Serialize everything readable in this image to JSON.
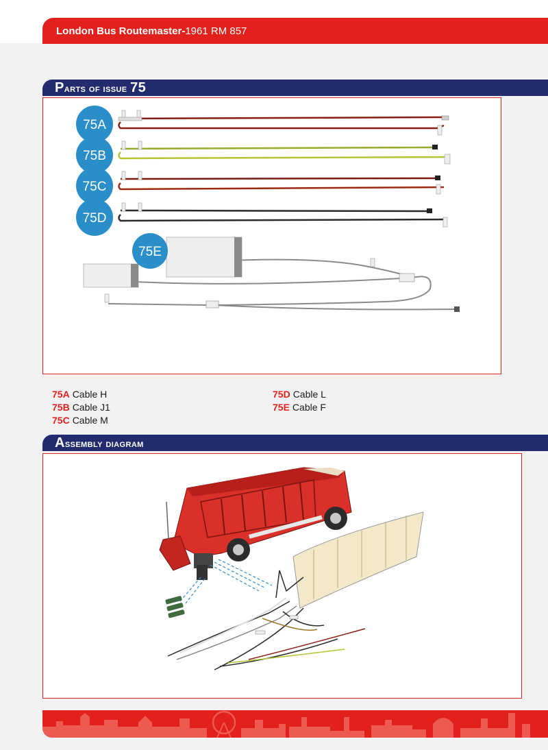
{
  "header": {
    "title_bold": "London Bus Routemaster-",
    "title_rest": "1961 RM 857"
  },
  "parts_section": {
    "heading_first": "P",
    "heading_rest": "arts of issue ",
    "heading_number": "75",
    "badges": [
      "75A",
      "75B",
      "75C",
      "75D",
      "75E"
    ],
    "legend": [
      {
        "code": "75A",
        "name": "Cable H"
      },
      {
        "code": "75B",
        "name": "Cable J1"
      },
      {
        "code": "75C",
        "name": "Cable M"
      },
      {
        "code": "75D",
        "name": "Cable L"
      },
      {
        "code": "75E",
        "name": "Cable F"
      }
    ]
  },
  "assembly_section": {
    "heading_first": "A",
    "heading_rest": "ssembly diagram"
  },
  "colors": {
    "brand_red": "#e3211c",
    "navy": "#222b6e",
    "badge_blue": "#2a8fc8",
    "cable_red": "#8a1d14",
    "cable_green": "#b5c531",
    "cable_dark": "#2b2b2b"
  }
}
